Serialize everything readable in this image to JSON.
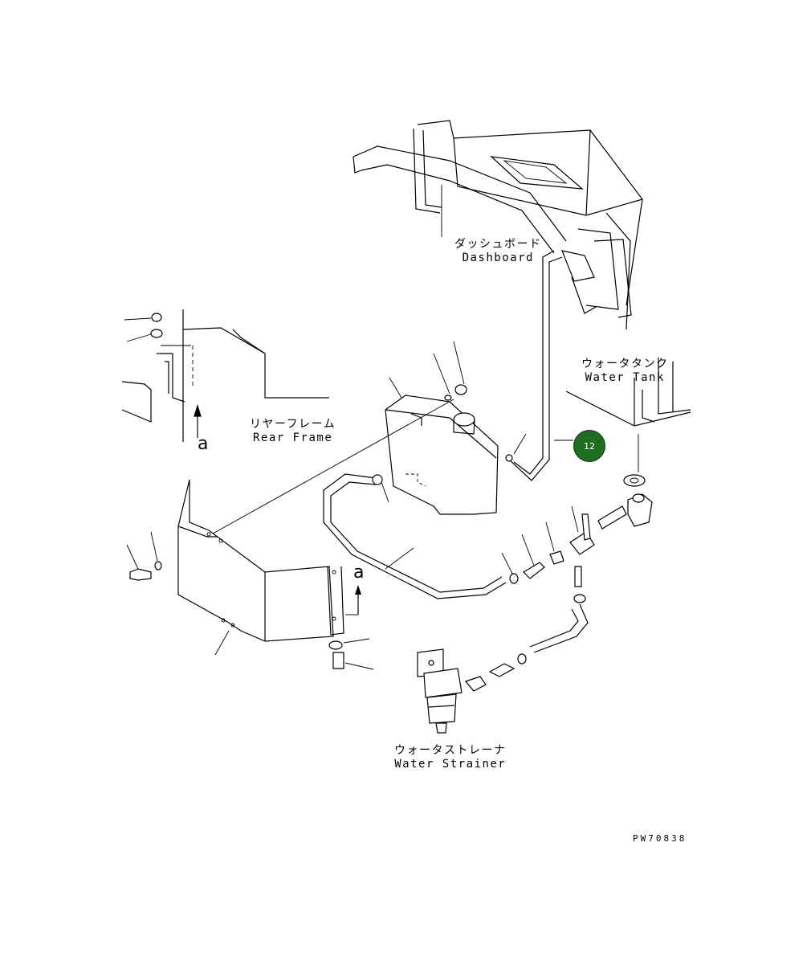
{
  "labels": {
    "dashboard_jp": "ダッシュボード",
    "dashboard_en": "Dashboard",
    "water_tank_jp": "ウォータタンク",
    "water_tank_en": "Water Tank",
    "rear_frame_jp": "リヤーフレーム",
    "rear_frame_en": "Rear Frame",
    "water_strainer_jp": "ウォータストレーナ",
    "water_strainer_en": "Water Strainer"
  },
  "callouts": {
    "detail_a": "a"
  },
  "badge": {
    "number": "12",
    "color": "#1f6e1f"
  },
  "drawing_code": "PW70838"
}
